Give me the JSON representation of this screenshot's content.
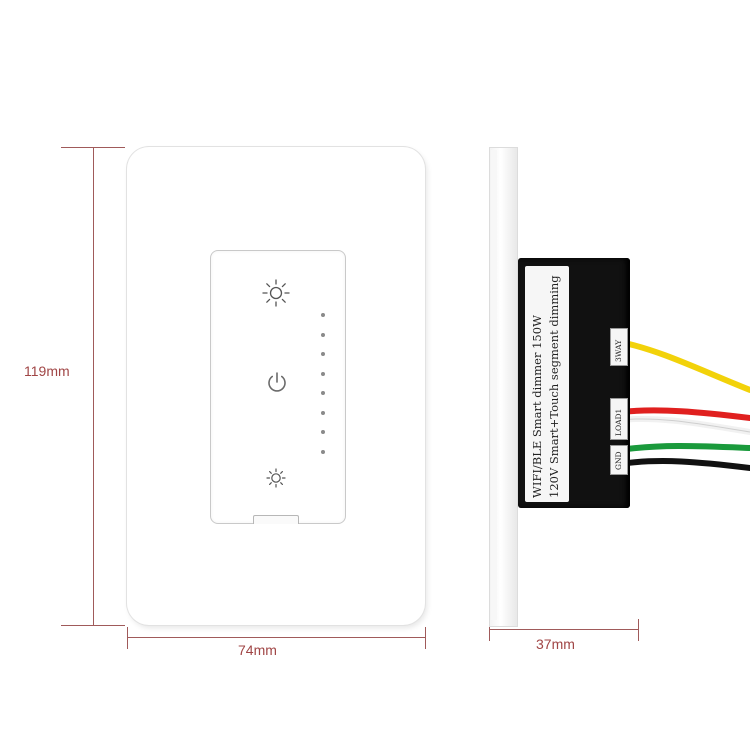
{
  "dimensions": {
    "height_label": "119mm",
    "width_label": "74mm",
    "depth_label": "37mm"
  },
  "device": {
    "label_line1": "WIFI/BLE Smart dimmer 150W",
    "label_line2": "120V Smart+Touch segment dimming",
    "terminals": [
      "3WAY",
      "LOAD1",
      "GND"
    ],
    "led_count": 8
  },
  "colors": {
    "dimension": "#a04545",
    "wire_yellow": "#f2d20a",
    "wire_red": "#e0201f",
    "wire_green": "#1a9a3c",
    "wire_black": "#111111"
  },
  "icons": {
    "top": "brightness-up-icon",
    "center": "power-icon",
    "bottom": "brightness-down-icon"
  }
}
